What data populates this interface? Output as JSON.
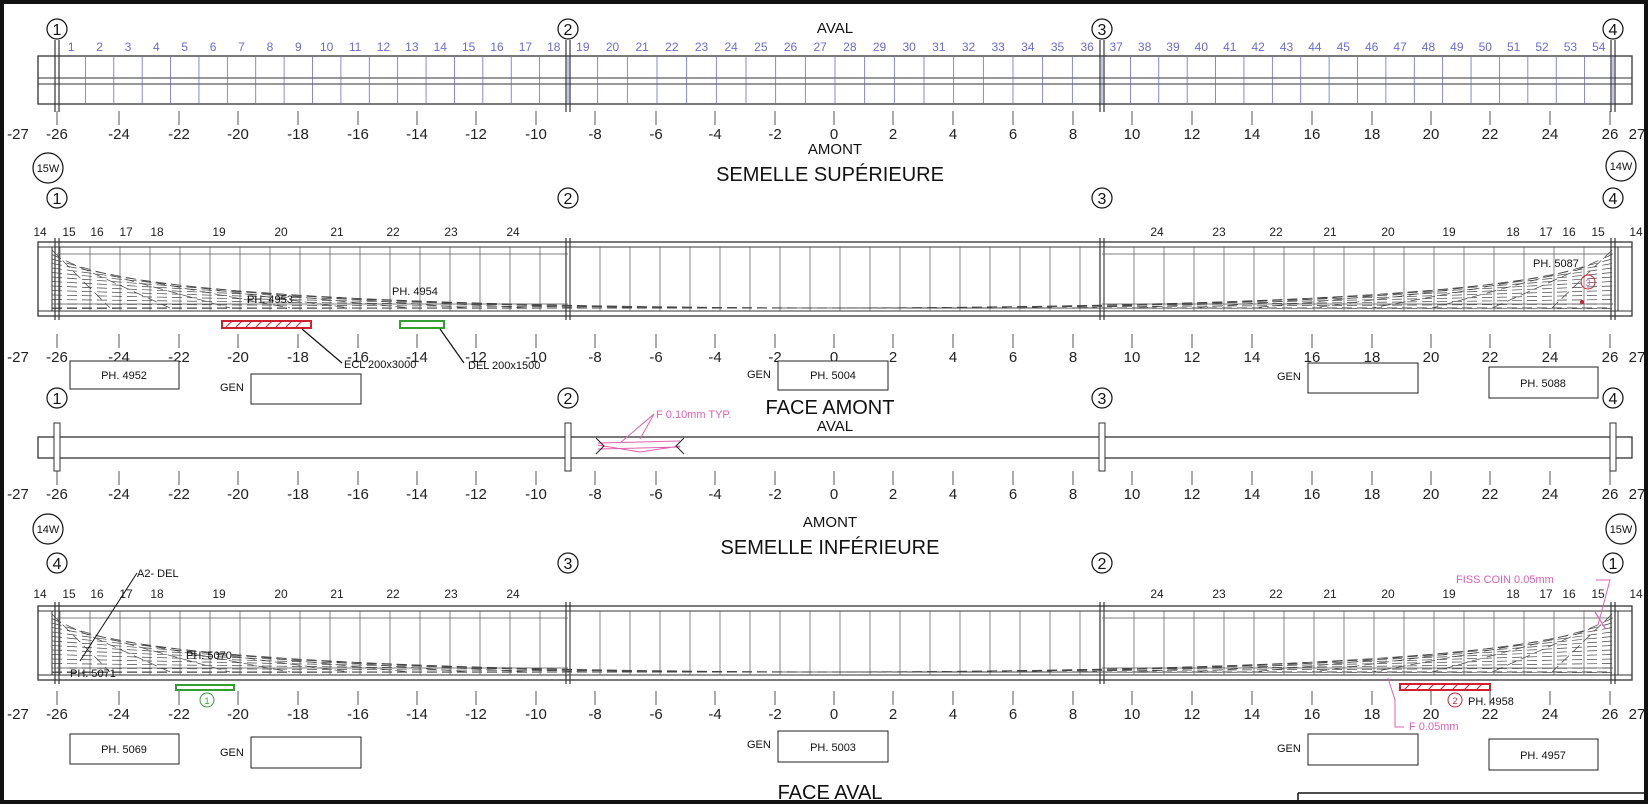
{
  "colors": {
    "line": "#333333",
    "panel_line": "#6a6ad8",
    "fill_red": "#d0202f",
    "fill_green": "#32a030",
    "annot_pink": "#e060b0"
  },
  "axis_ticks": [
    "-27",
    "-26",
    "-24",
    "-22",
    "-20",
    "-18",
    "-16",
    "-14",
    "-12",
    "-10",
    "-8",
    "-6",
    "-4",
    "-2",
    "0",
    "2",
    "4",
    "6",
    "8",
    "10",
    "12",
    "14",
    "16",
    "18",
    "20",
    "22",
    "24",
    "26",
    "27"
  ],
  "panel_numbers": [
    "1",
    "2",
    "3",
    "4",
    "5",
    "6",
    "7",
    "8",
    "9",
    "10",
    "11",
    "12",
    "13",
    "14",
    "15",
    "16",
    "17",
    "18",
    "19",
    "20",
    "21",
    "22",
    "23",
    "24",
    "25",
    "26",
    "27",
    "28",
    "29",
    "30",
    "31",
    "32",
    "33",
    "34",
    "35",
    "36",
    "37",
    "38",
    "39",
    "40",
    "41",
    "42",
    "43",
    "44",
    "45",
    "46",
    "47",
    "48",
    "49",
    "50",
    "51",
    "52",
    "53",
    "54"
  ],
  "stud_labels_left": [
    "14",
    "15",
    "16",
    "17",
    "18",
    "19",
    "20",
    "21",
    "22",
    "23",
    "24"
  ],
  "stud_labels_right": [
    "24",
    "23",
    "22",
    "21",
    "20",
    "19",
    "18",
    "17",
    "16",
    "15",
    "14"
  ],
  "views": {
    "semelle_sup": {
      "title": "SEMELLE SUPÉRIEURE",
      "top_label": "AVAL",
      "bottom_label": "AMONT",
      "grid_markers": [
        "1",
        "2",
        "3",
        "4"
      ]
    },
    "face_amont": {
      "title": "FACE AMONT",
      "left_tag": "15W",
      "right_tag": "14W",
      "grid_markers": [
        "1",
        "2",
        "3",
        "4"
      ],
      "photos": {
        "ph_4953": "PH. 4953",
        "ph_4954": "PH. 4954",
        "ph_5087": "PH. 5087",
        "circle_note": "3"
      },
      "callouts": {
        "ecl": "ECL 200x3000",
        "del": "DEL 200x1500"
      },
      "boxes": {
        "left": "PH. 4952",
        "gen_left_label": "GEN",
        "gen_left_value": "",
        "center_label": "GEN",
        "center_value": "PH. 5004",
        "gen_right_label": "GEN",
        "gen_right_value": "",
        "right": "PH. 5088"
      }
    },
    "semelle_inf": {
      "title": "SEMELLE INFÉRIEURE",
      "top_label": "AVAL",
      "bottom_label": "AMONT",
      "grid_markers": [
        "1",
        "2",
        "3",
        "4"
      ],
      "crack_note": "F 0.10mm TYP."
    },
    "face_aval": {
      "title": "FACE AVAL",
      "left_tag": "14W",
      "right_tag": "15W",
      "grid_markers": [
        "4",
        "3",
        "2",
        "1"
      ],
      "photos": {
        "ph_5071": "PH. 5071",
        "ph_5070": "PH. 5070",
        "ph_4958": "PH. 4958",
        "circle_1": "1",
        "circle_2": "2"
      },
      "callouts": {
        "a2_del": "A2- DEL",
        "fiss_coin": "FISS COIN 0.05mm",
        "f_005": "F 0.05mm"
      },
      "boxes": {
        "left": "PH. 5069",
        "gen_left_label": "GEN",
        "gen_left_value": "",
        "center_label": "GEN",
        "center_value": "PH. 5003",
        "gen_right_label": "GEN",
        "gen_right_value": "",
        "right": "PH. 4957"
      }
    }
  }
}
